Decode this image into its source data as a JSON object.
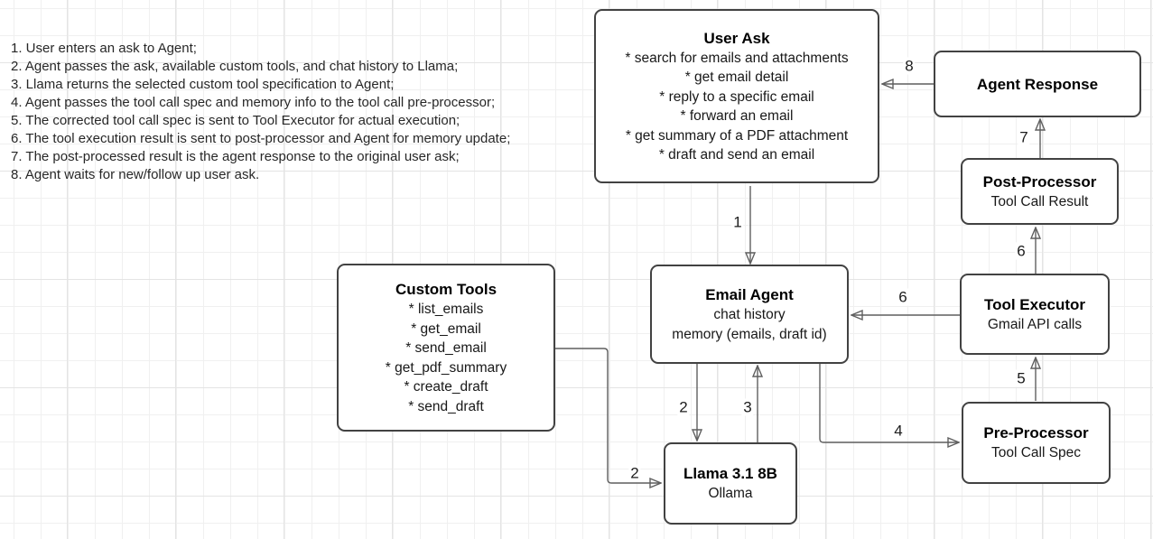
{
  "notes": {
    "items": [
      "1. User enters an ask to Agent;",
      "2. Agent passes the ask, available custom tools, and chat history to Llama;",
      "3. Llama returns the selected custom tool specification to Agent;",
      "4. Agent passes the tool call spec and memory info to the tool call pre-processor;",
      "5. The corrected tool call spec is sent to Tool Executor for actual execution;",
      "6. The tool execution result is sent to post-processor and Agent for memory update;",
      "7. The post-processed result is the agent response to the original user ask;",
      "8. Agent waits for new/follow up user ask."
    ]
  },
  "boxes": {
    "user_ask": {
      "title": "User Ask",
      "lines": [
        "* search for emails and attachments",
        "* get email detail",
        "* reply to a specific email",
        "* forward an email",
        "* get summary of a PDF attachment",
        "* draft and send an email"
      ]
    },
    "agent_response": {
      "title": "Agent Response"
    },
    "post_processor": {
      "title": "Post-Processor",
      "subtitle": "Tool Call Result"
    },
    "email_agent": {
      "title": "Email Agent",
      "lines": [
        "chat history",
        "memory (emails, draft id)"
      ]
    },
    "tool_executor": {
      "title": "Tool Executor",
      "subtitle": "Gmail API calls"
    },
    "custom_tools": {
      "title": "Custom Tools",
      "lines": [
        "* list_emails",
        "* get_email",
        "* send_email",
        "* get_pdf_summary",
        "* create_draft",
        "* send_draft"
      ]
    },
    "pre_processor": {
      "title": "Pre-Processor",
      "subtitle": "Tool Call Spec"
    },
    "llama": {
      "title": "Llama 3.1 8B",
      "subtitle": "Ollama"
    }
  },
  "edge_labels": {
    "step1": "1",
    "step2_llama": "2",
    "step2_tools": "2",
    "step3": "3",
    "step4": "4",
    "step5": "5",
    "step6_result": "6",
    "step6_memory": "6",
    "step7": "7",
    "step8": "8"
  },
  "colors": {
    "background": "#ffffff",
    "grid_line": "#f0f0f0",
    "box_border": "#424242",
    "arrow": "#5f5f5f",
    "text": "#000000"
  }
}
